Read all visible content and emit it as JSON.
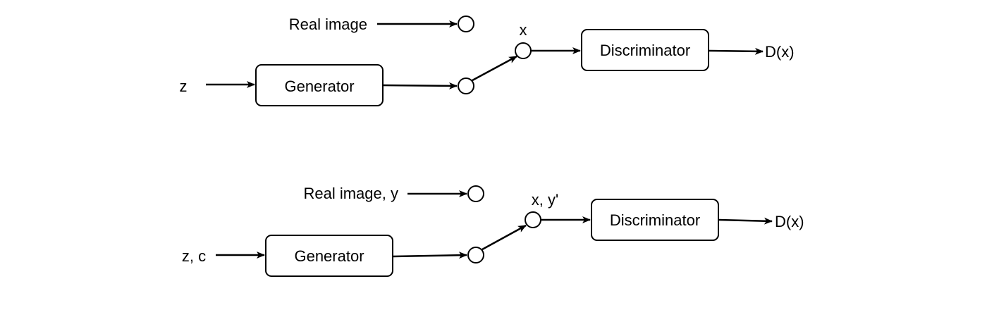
{
  "diagrams": [
    {
      "input_label": "z",
      "generator_label": "Generator",
      "real_label": "Real image",
      "merge_label": "x",
      "discriminator_label": "Discriminator",
      "output_label": "D(x)"
    },
    {
      "input_label": "z, c",
      "generator_label": "Generator",
      "real_label": "Real image, y",
      "merge_label": "x, y'",
      "discriminator_label": "Discriminator",
      "output_label": "D(x)"
    }
  ]
}
